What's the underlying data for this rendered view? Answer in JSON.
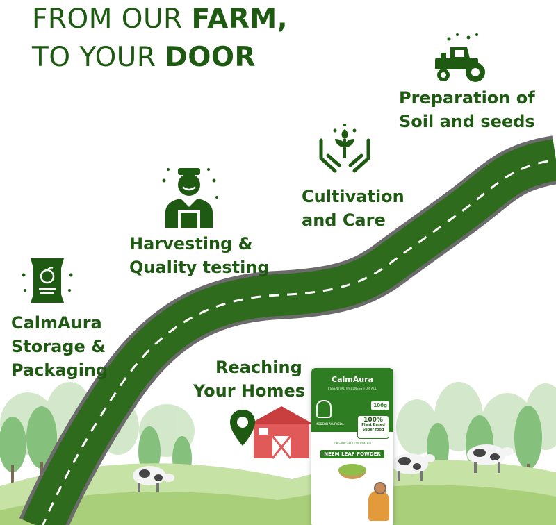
{
  "headline": {
    "line1_regular": "FROM OUR ",
    "line1_bold": "FARM,",
    "line2_regular": "TO YOUR ",
    "line2_bold": "DOOR"
  },
  "steps": [
    {
      "id": "preparation",
      "line1": "Preparation of",
      "line2": "Soil and seeds",
      "icon": "tractor-icon"
    },
    {
      "id": "cultivation",
      "line1": "Cultivation",
      "line2": "and Care",
      "icon": "hands-sprout-icon"
    },
    {
      "id": "harvesting",
      "line1": "Harvesting &",
      "line2": "Quality testing",
      "icon": "farmer-icon"
    },
    {
      "id": "storage",
      "line1": "CalmAura",
      "line2": "Storage &",
      "line3": "Packaging",
      "icon": "storage-sack-icon"
    },
    {
      "id": "reaching",
      "line1": "Reaching",
      "line2": "Your Homes",
      "icon": "location-pin-icon"
    }
  ],
  "product": {
    "brand": "CalmAura",
    "tagline": "ESSENTIAL WELLNESS FOR ALL",
    "weight": "100g",
    "badge_line1": "100%",
    "badge_line2": "Plant Based",
    "badge_line3": "Super food",
    "modern": "MODERN AYURVEDA",
    "subtitle": "ORGANICALLY CULTIVATED",
    "name": "NEEM LEAF POWDER"
  },
  "colors": {
    "brand_green": "#1e5a12",
    "road": "#2f6b1d",
    "road_edge": "#6b6b6b",
    "lane_marks": "#ffffff",
    "hill": "#a9cf7a",
    "tree": "#7fbf7a",
    "barn": "#e05a5a"
  }
}
